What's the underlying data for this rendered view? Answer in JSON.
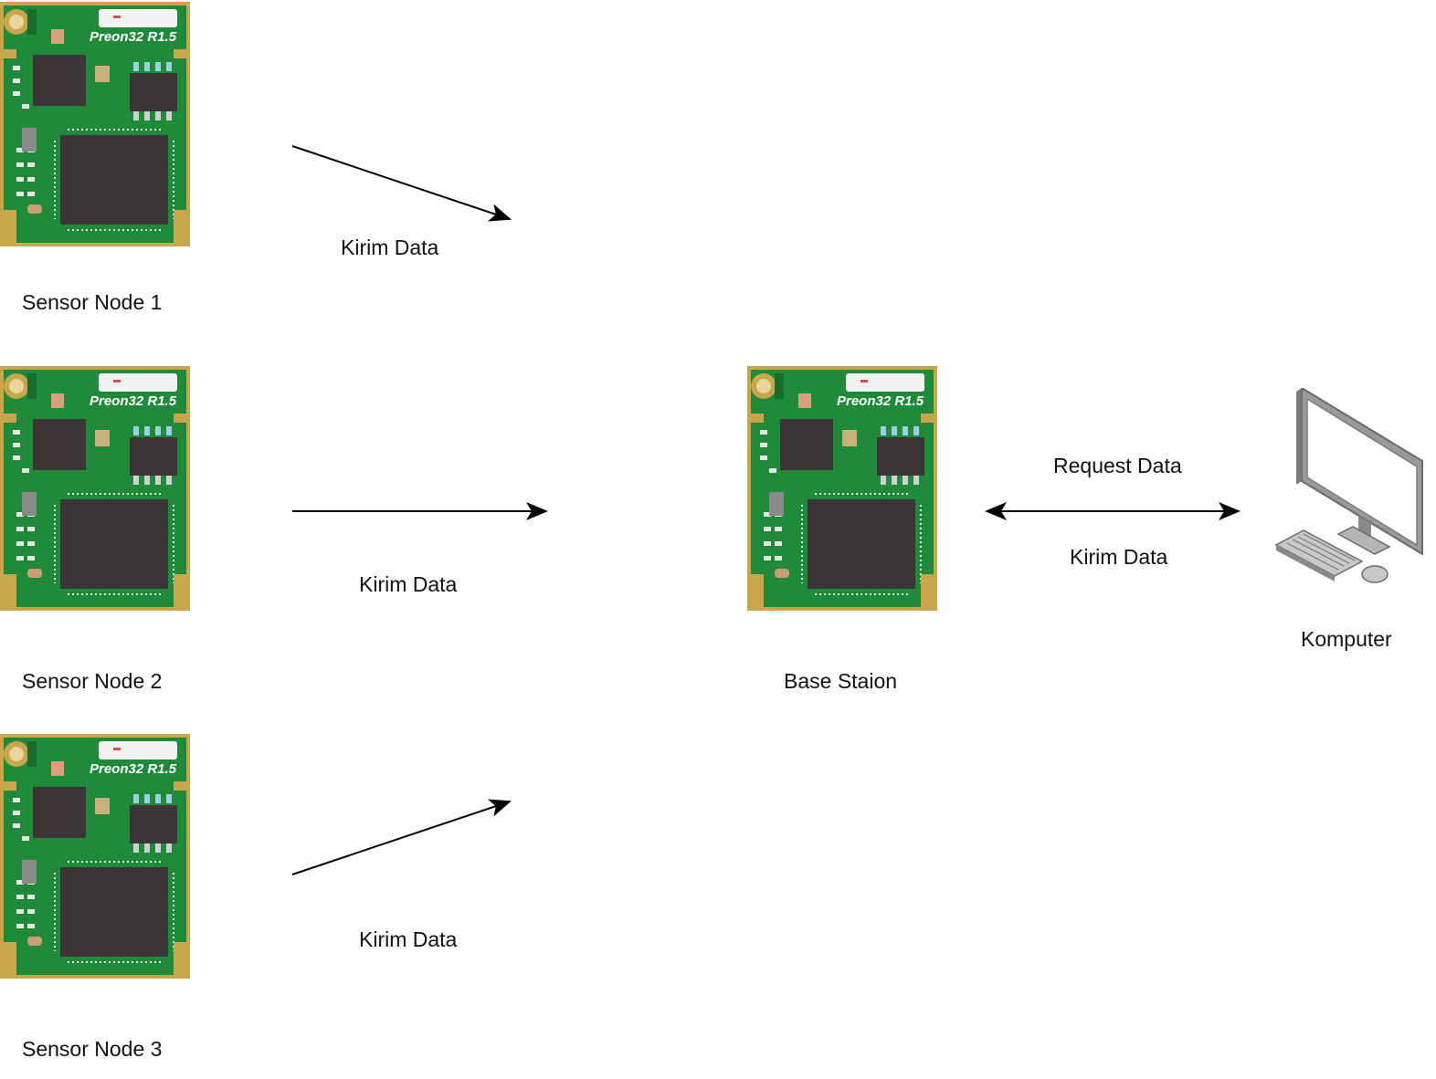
{
  "nodes": {
    "sensor1": {
      "label": "Sensor Node 1",
      "board_text": "Preon32 R1.5"
    },
    "sensor2": {
      "label": "Sensor Node 2",
      "board_text": "Preon32 R1.5"
    },
    "sensor3": {
      "label": "Sensor Node 3",
      "board_text": "Preon32 R1.5"
    },
    "base": {
      "label": "Base Staion",
      "board_text": "Preon32 R1.5"
    },
    "computer": {
      "label": "Komputer",
      "icon": "desktop-computer-icon"
    }
  },
  "edges": {
    "s1_to_base": {
      "label": "Kirim Data"
    },
    "s2_to_base": {
      "label": "Kirim Data"
    },
    "s3_to_base": {
      "label": "Kirim Data"
    },
    "base_computer": {
      "label_top": "Request Data",
      "label_bottom": "Kirim Data"
    }
  },
  "colors": {
    "pcb": "#1f8a3a",
    "chip": "#3a3536",
    "pad": "#c9a64a",
    "line": "#000000"
  }
}
